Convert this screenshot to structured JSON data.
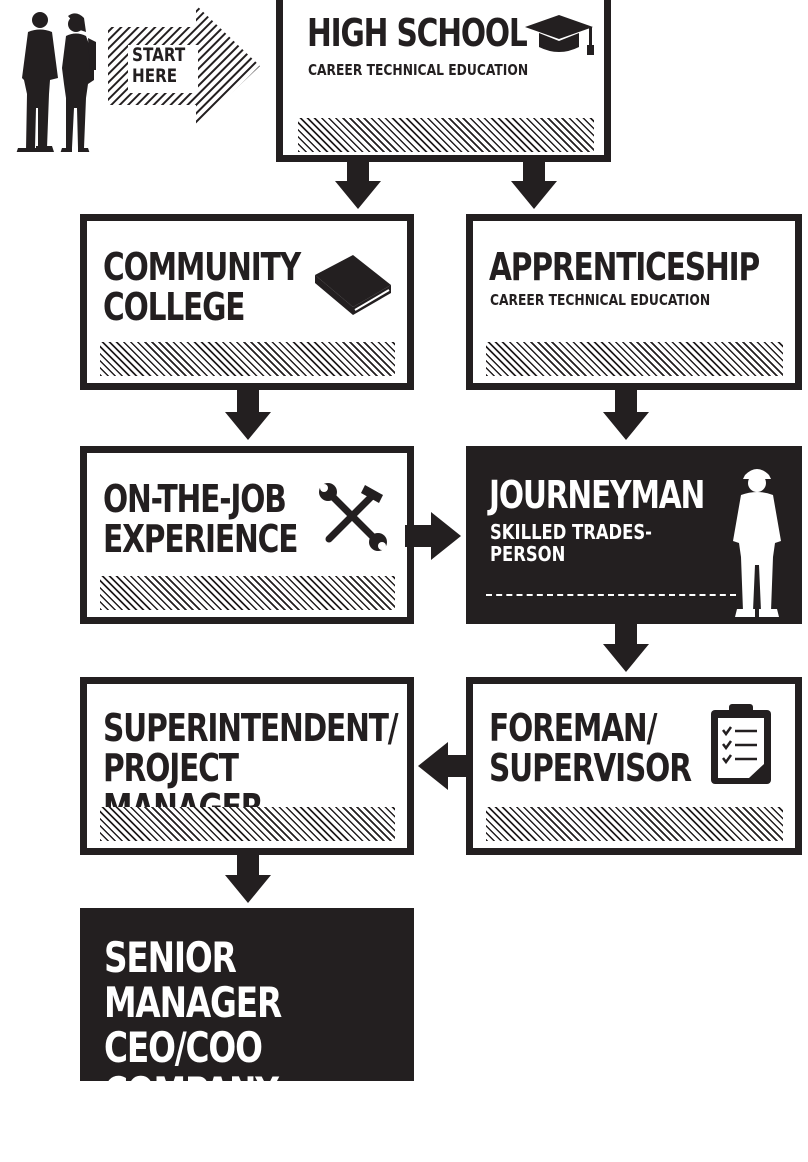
{
  "start": {
    "label": "START\nHERE"
  },
  "boxes": {
    "high_school": {
      "title": "HIGH SCHOOL",
      "subtitle": "CAREER TECHNICAL EDUCATION"
    },
    "community_college": {
      "title": "COMMUNITY\nCOLLEGE"
    },
    "apprenticeship": {
      "title": "APPRENTICESHIP",
      "subtitle": "CAREER TECHNICAL EDUCATION"
    },
    "on_the_job": {
      "title": "ON-THE-JOB\nEXPERIENCE"
    },
    "journeyman": {
      "title": "JOURNEYMAN",
      "subtitle": "SKILLED TRADES-\nPERSON"
    },
    "superintendent": {
      "title": "SUPERINTENDENT/\nPROJECT MANAGER"
    },
    "foreman": {
      "title": "FOREMAN/\nSUPERVISOR"
    },
    "senior_manager": {
      "title": "SENIOR MANAGER\nCEO/COO\nCOMPANY OWNER"
    }
  },
  "icons": {
    "students": "students-silhouette-icon",
    "high_school": "graduation-cap-icon",
    "community_college": "book-icon",
    "on_the_job": "crossed-hammer-wrench-icon",
    "journeyman": "worker-silhouette-icon",
    "foreman": "clipboard-checklist-icon"
  },
  "colors": {
    "ink": "#231f20",
    "paper": "#ffffff"
  }
}
